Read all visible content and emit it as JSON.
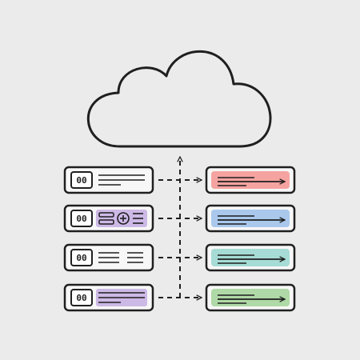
{
  "colors": {
    "background": "#ebebeb",
    "stroke": "#1f1f1f",
    "card_fill": "#f7f7f7",
    "red": "#f5a3a0",
    "blue": "#a9c8ec",
    "teal": "#a6dcd5",
    "green": "#afd9a6",
    "purple": "#cdb9e6"
  },
  "diagram": {
    "cloud": {
      "icon": "cloud-icon"
    },
    "servers": [
      {
        "id": "server-1",
        "badge_text": "00",
        "content": "lines",
        "highlight": null
      },
      {
        "id": "server-2",
        "badge_text": "00",
        "content": "stack-plus-list",
        "highlight": "purple"
      },
      {
        "id": "server-3",
        "badge_text": "00",
        "content": "two-column-lines",
        "highlight": null
      },
      {
        "id": "server-4",
        "badge_text": "00",
        "content": "lines",
        "highlight": "purple"
      }
    ],
    "outputs": [
      {
        "id": "output-1",
        "color": "red",
        "icon": "arrow-right-icon"
      },
      {
        "id": "output-2",
        "color": "blue",
        "icon": "arrow-right-icon"
      },
      {
        "id": "output-3",
        "color": "teal",
        "icon": "arrow-right-icon"
      },
      {
        "id": "output-4",
        "color": "green",
        "icon": "arrow-right-icon"
      }
    ],
    "connectors": {
      "style": "dashed",
      "to_cloud": "arrow-up-icon",
      "to_output": "arrow-right-icon"
    }
  }
}
